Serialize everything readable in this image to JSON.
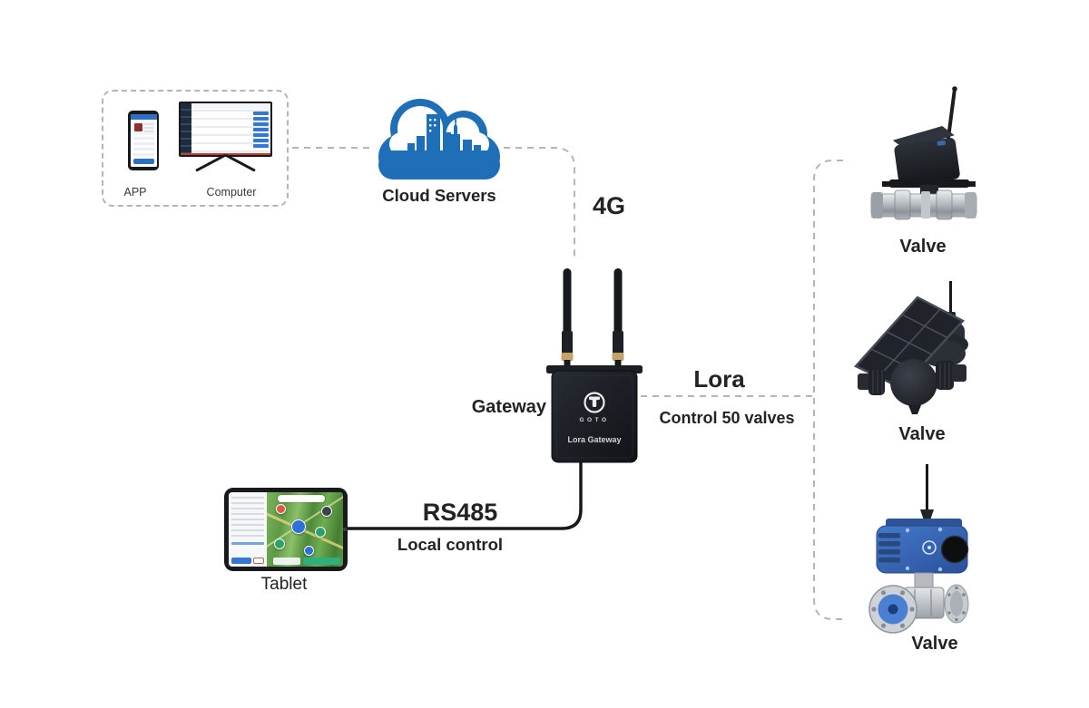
{
  "colors": {
    "cloud_blue": "#1e6fb8",
    "dash_gray": "#b5b5b5",
    "cable_black": "#17181a",
    "text_dark": "#232323",
    "actuator_blue": "#3f74c4",
    "ui_blue": "#3478d6",
    "monitor_red": "#c23b34",
    "field_green": "#5d9a43"
  },
  "client_group": {
    "app": {
      "label": "APP",
      "icon": "smartphone-icon"
    },
    "computer": {
      "label": "Computer",
      "icon": "monitor-icon"
    }
  },
  "cloud": {
    "label": "Cloud Servers",
    "icon": "cloud-city-icon"
  },
  "connections": {
    "cloud_to_gateway": {
      "label": "4G"
    },
    "gateway_to_valves": {
      "label": "Lora",
      "sublabel": "Control 50 valves"
    },
    "tablet_to_gateway": {
      "label": "RS485",
      "sublabel": "Local control"
    }
  },
  "gateway": {
    "label": "Gateway",
    "brand": "GOTO",
    "device_name": "Lora Gateway",
    "icon": "lora-gateway-icon"
  },
  "tablet": {
    "label": "Tablet",
    "icon": "tablet-map-icon"
  },
  "valves": [
    {
      "label": "Valve",
      "icon": "wireless-pipe-valve-icon"
    },
    {
      "label": "Valve",
      "icon": "solar-ball-valve-icon"
    },
    {
      "label": "Valve",
      "icon": "electric-actuator-valve-icon"
    }
  ]
}
